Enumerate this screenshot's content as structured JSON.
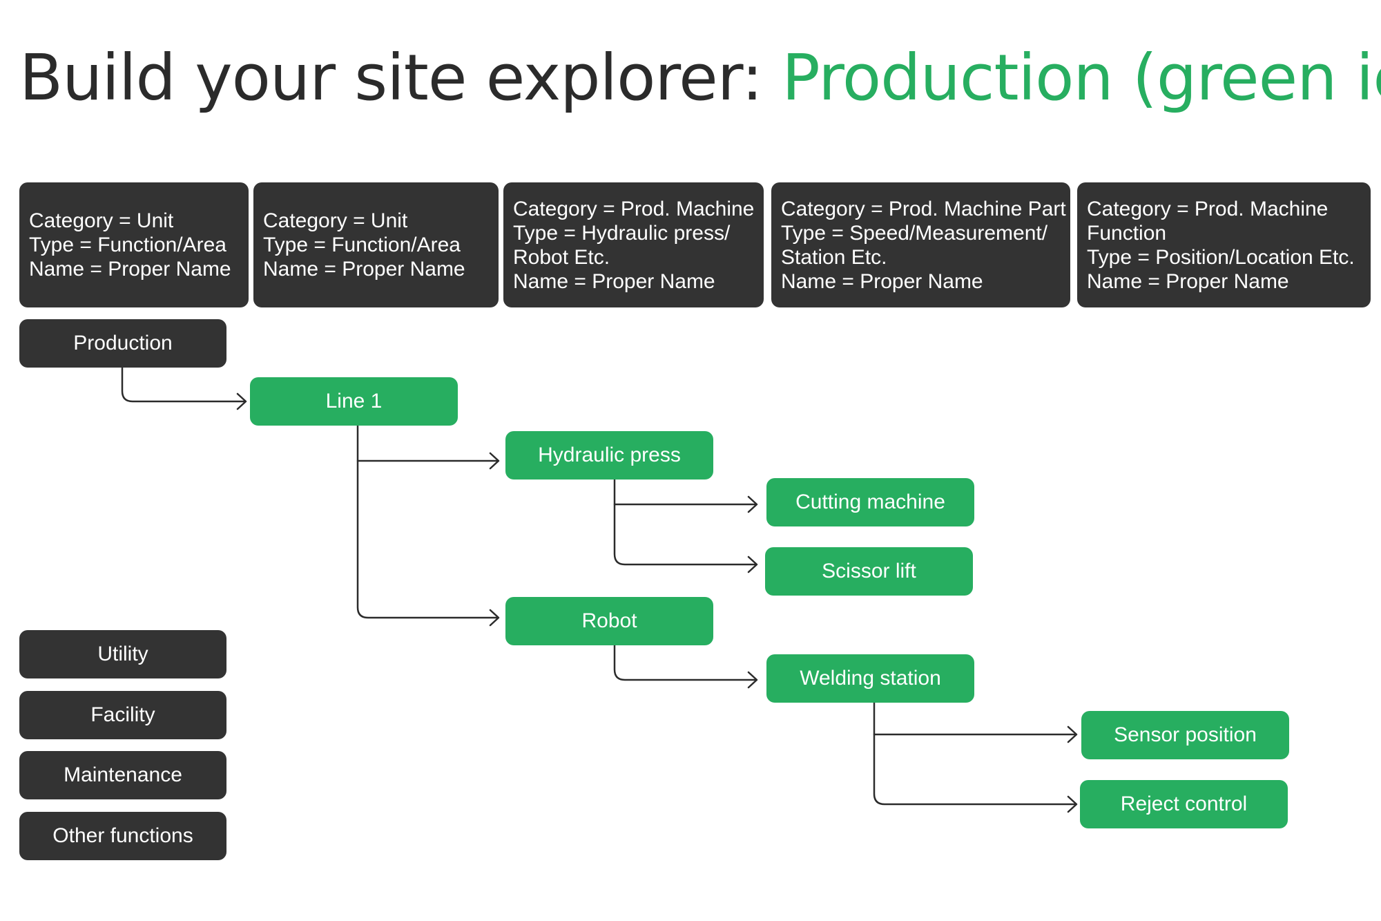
{
  "title": {
    "main": "Build your site explorer: ",
    "accent": "Production (green icons)"
  },
  "colors": {
    "accent": "#27ae60",
    "dark_box": "#333333",
    "title_text": "#2b2b2b",
    "connector": "#2b2b2b"
  },
  "headers": [
    {
      "lines": [
        "Category = Unit",
        "Type = Function/Area",
        "Name = Proper Name"
      ]
    },
    {
      "lines": [
        "Category = Unit",
        "Type = Function/Area",
        "Name = Proper Name"
      ]
    },
    {
      "lines": [
        "Category = Prod. Machine",
        "Type = Hydraulic press/",
        "Robot Etc.",
        "Name = Proper Name"
      ]
    },
    {
      "lines": [
        "Category = Prod. Machine Part",
        "Type = Speed/Measurement/",
        "Station Etc.",
        "Name = Proper Name"
      ]
    },
    {
      "lines": [
        "Category = Prod. Machine",
        "Function",
        "Type = Position/Location Etc.",
        "Name = Proper Name"
      ]
    }
  ],
  "tree": {
    "production": "Production",
    "line1": "Line 1",
    "hydraulic_press": "Hydraulic press",
    "cutting_machine": "Cutting machine",
    "scissor_lift": "Scissor lift",
    "robot": "Robot",
    "welding_station": "Welding station",
    "sensor_position": "Sensor position",
    "reject_control": "Reject control"
  },
  "other_units": [
    "Utility",
    "Facility",
    "Maintenance",
    "Other functions"
  ]
}
